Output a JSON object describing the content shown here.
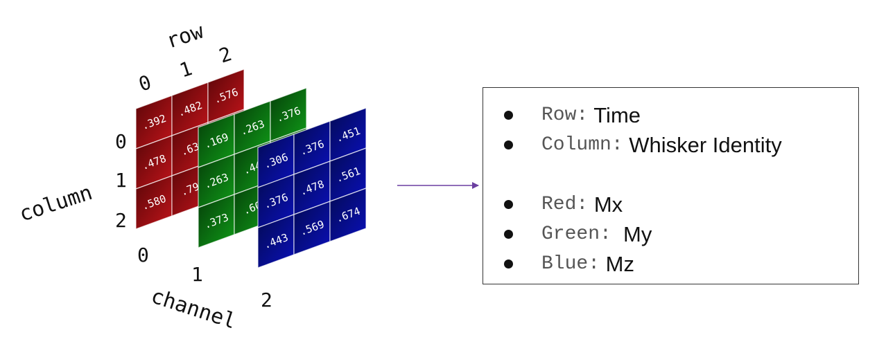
{
  "axes": {
    "row_title": "row",
    "column_title": "column",
    "channel_title": "channel",
    "row_ticks": [
      "0",
      "1",
      "2"
    ],
    "column_ticks": [
      "0",
      "1",
      "2"
    ],
    "channel_ticks": [
      "0",
      "1",
      "2"
    ]
  },
  "grids": [
    {
      "name": "red",
      "color": "#c0141a",
      "dark_color": "#5a0608",
      "cells": [
        ".392",
        ".482",
        ".576",
        ".478",
        ".63",
        "",
        ".580",
        ".79",
        ""
      ]
    },
    {
      "name": "green",
      "color": "#109a18",
      "dark_color": "#053f09",
      "cells": [
        ".169",
        ".263",
        ".376",
        ".263",
        ".44",
        "",
        ".373",
        ".60",
        ""
      ]
    },
    {
      "name": "blue",
      "color": "#0a10b8",
      "dark_color": "#030a55",
      "cells": [
        ".306",
        ".376",
        ".451",
        ".376",
        ".478",
        ".561",
        ".443",
        ".569",
        ".674"
      ]
    }
  ],
  "arrow": {
    "color": "#6b3fa0"
  },
  "legend": {
    "items": [
      {
        "key": "Row:",
        "value": " Time"
      },
      {
        "key": "Column:",
        "value": " Whisker Identity"
      },
      {
        "key": "Red:",
        "value": " Mx"
      },
      {
        "key": "Green:",
        "value": "  My"
      },
      {
        "key": "Blue:",
        "value": " Mz"
      }
    ]
  }
}
